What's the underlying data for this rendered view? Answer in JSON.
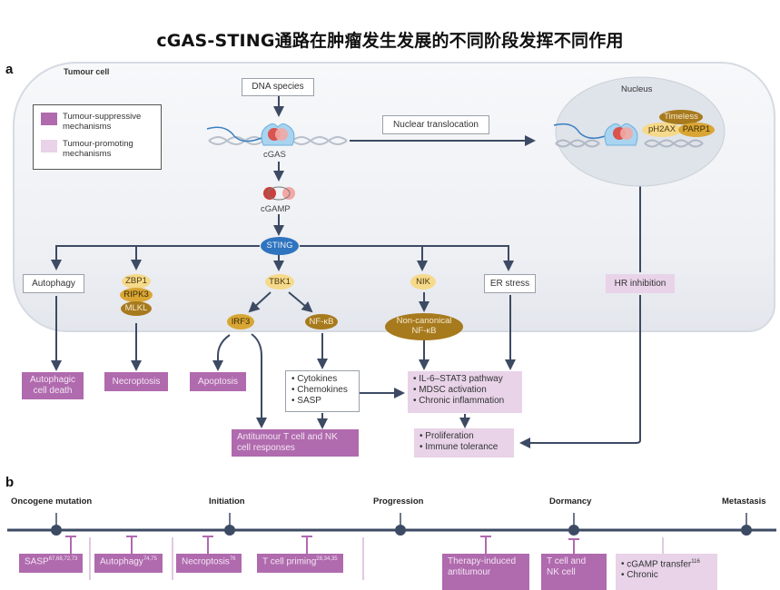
{
  "title": "cGAS-STING通路在肿瘤发生发展的不同阶段发挥不同作用",
  "panel_a": {
    "letter": "a",
    "cell_label": "Tumour cell",
    "legend": [
      {
        "label_line1": "Tumour-suppressive",
        "label_line2": "mechanisms",
        "color": "#b06aae"
      },
      {
        "label_line1": "Tumour-promoting",
        "label_line2": "mechanisms",
        "color": "#e8d3e8"
      }
    ],
    "dna_species": "DNA species",
    "cgas": "cGAS",
    "cgamp": "cGAMP",
    "sting": "STING",
    "nuclear_translocation": "Nuclear translocation",
    "nucleus": {
      "label": "Nucleus",
      "proteins": [
        "Timeless",
        "pH2AX",
        "PARP1"
      ]
    },
    "autophagy": "Autophagy",
    "necroptosis_proteins": [
      "ZBP1",
      "RIPK3",
      "MLKL"
    ],
    "tbk1": "TBK1",
    "irf3": "IRF3",
    "nfkb": "NF-κB",
    "nik": "NIK",
    "noncanonical_nfkb_line1": "Non-canonical",
    "noncanonical_nfkb_line2": "NF-κB",
    "er_stress": "ER stress",
    "hr_inhibition": "HR inhibition",
    "outcomes": {
      "autophagic_cell_death_line1": "Autophagic",
      "autophagic_cell_death_line2": "cell death",
      "necroptosis": "Necroptosis",
      "apoptosis": "Apoptosis",
      "secreted": [
        "Cytokines",
        "Chemokines",
        "SASP"
      ],
      "il6_pathway": [
        "IL-6–STAT3 pathway",
        "MDSC activation",
        "Chronic inflammation"
      ],
      "antitumour_line1": "Antitumour T cell and NK",
      "antitumour_line2": "cell responses",
      "proliferation": [
        "Proliferation",
        "Immune tolerance"
      ]
    }
  },
  "panel_b": {
    "letter": "b",
    "stages": [
      "Oncogene mutation",
      "Initiation",
      "Progression",
      "Dormancy",
      "Metastasis"
    ],
    "boxes": [
      {
        "label": "SASP",
        "refs": "67,68,72,73"
      },
      {
        "label": "Autophagy",
        "refs": "74,75"
      },
      {
        "label": "Necroptosis",
        "refs": "76"
      },
      {
        "label": "T cell priming",
        "refs": "28,34,35"
      },
      {
        "label_line1": "Therapy-induced",
        "label_line2": "antitumour"
      },
      {
        "label_line1": "T cell and",
        "label_line2": "NK cell"
      },
      {
        "bullets": [
          "cGAMP transfer",
          "Chronic"
        ],
        "refs": "116"
      }
    ]
  }
}
